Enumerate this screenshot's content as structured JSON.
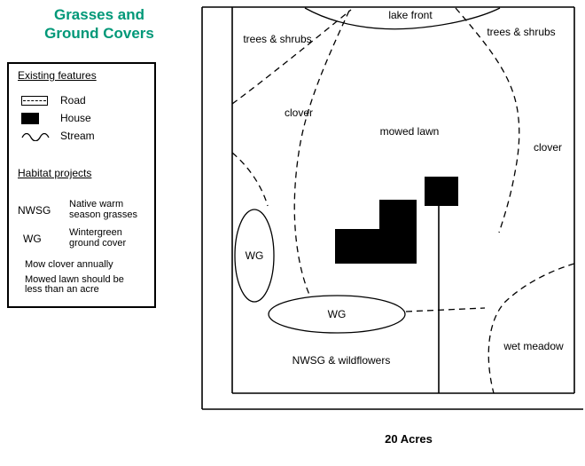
{
  "title": {
    "line1": "Grasses and",
    "line2": "Ground Covers",
    "color_style": "color:#009878"
  },
  "colors": {
    "title_accent": "#009878",
    "line": "#000000",
    "background": "#ffffff"
  },
  "legend": {
    "existing_title": "Existing features",
    "road_label": "Road",
    "house_label": "House",
    "stream_label": "Stream",
    "habitat_title": "Habitat projects",
    "nwsg_abbr": "NWSG",
    "nwsg_desc_line1": "Native warm",
    "nwsg_desc_line2": "season grasses",
    "wg_abbr": "WG",
    "wg_desc_line1": "Wintergreen",
    "wg_desc_line2": "ground cover",
    "note_mow_clover": "Mow clover annually",
    "note_mowed_lawn_line1": "Mowed lawn should be",
    "note_mowed_lawn_line2": "less than an acre"
  },
  "icons": {
    "road": "road-symbol",
    "house": "house-symbol",
    "stream": "stream-symbol"
  },
  "map": {
    "lake_front": "lake front",
    "trees_shrubs_left": "trees & shrubs",
    "trees_shrubs_right": "trees & shrubs",
    "clover_left": "clover",
    "mowed_lawn": "mowed lawn",
    "clover_right": "clover",
    "wg_left": "WG",
    "wg_center": "WG",
    "nwsg_wildflowers": "NWSG & wildflowers",
    "wet_meadow": "wet meadow",
    "acreage": "20 Acres"
  }
}
